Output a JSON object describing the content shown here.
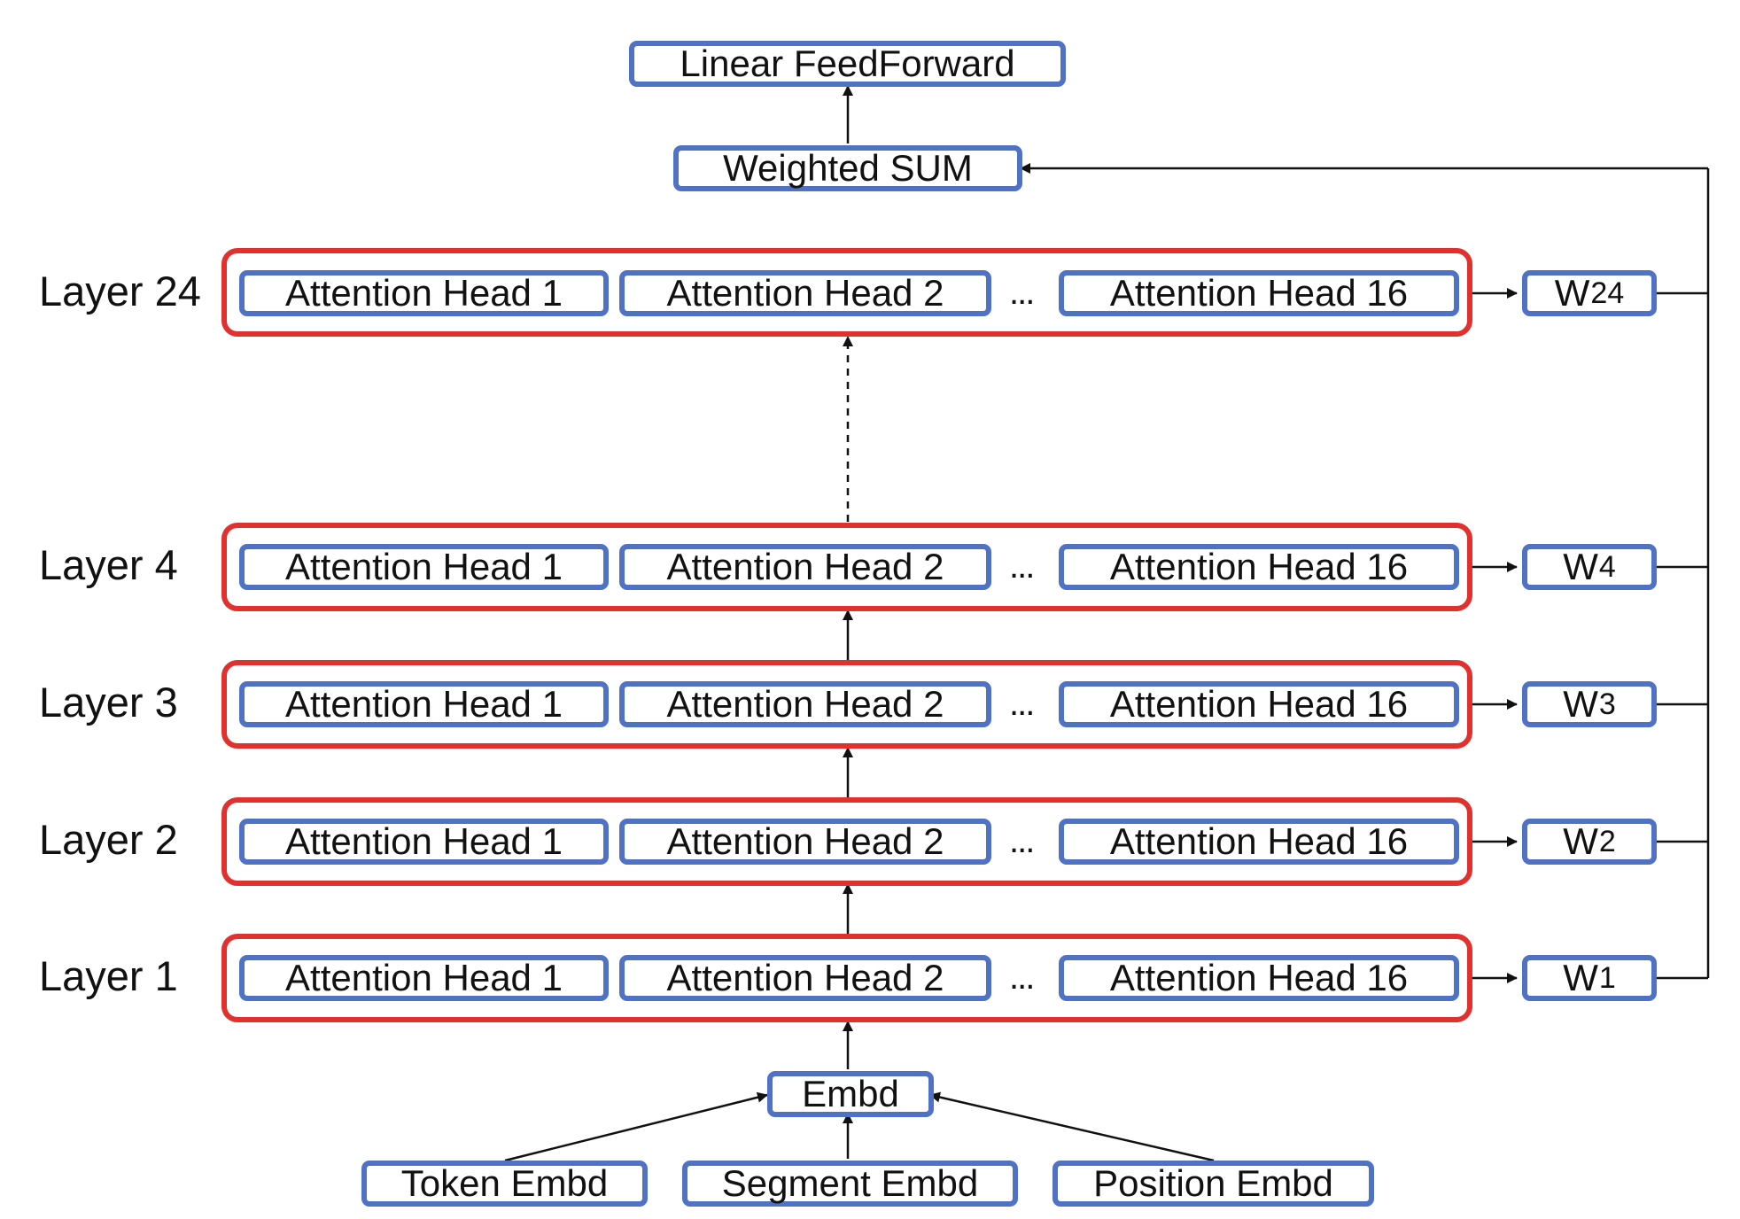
{
  "top": {
    "linear_feedforward": "Linear FeedForward",
    "weighted_sum": "Weighted SUM"
  },
  "layers": [
    {
      "label": "Layer 24",
      "heads": [
        "Attention Head 1",
        "Attention Head 2",
        "Attention Head 16"
      ],
      "ellipsis": "...",
      "weight": {
        "main": "W",
        "sub": "24"
      }
    },
    {
      "label": "Layer 4",
      "heads": [
        "Attention Head 1",
        "Attention Head 2",
        "Attention Head 16"
      ],
      "ellipsis": "...",
      "weight": {
        "main": "W",
        "sub": "4"
      }
    },
    {
      "label": "Layer 3",
      "heads": [
        "Attention Head 1",
        "Attention Head 2",
        "Attention Head 16"
      ],
      "ellipsis": "...",
      "weight": {
        "main": "W",
        "sub": "3"
      }
    },
    {
      "label": "Layer 2",
      "heads": [
        "Attention Head 1",
        "Attention Head 2",
        "Attention Head 16"
      ],
      "ellipsis": "...",
      "weight": {
        "main": "W",
        "sub": "2"
      }
    },
    {
      "label": "Layer 1",
      "heads": [
        "Attention Head 1",
        "Attention Head 2",
        "Attention Head 16"
      ],
      "ellipsis": "...",
      "weight": {
        "main": "W",
        "sub": "1"
      }
    }
  ],
  "embedding": {
    "embd": "Embd",
    "token": "Token Embd",
    "segment": "Segment Embd",
    "position": "Position Embd"
  },
  "colors": {
    "box_border": "#4f72c4",
    "layer_border": "#e0312e",
    "arrow": "#111111"
  }
}
